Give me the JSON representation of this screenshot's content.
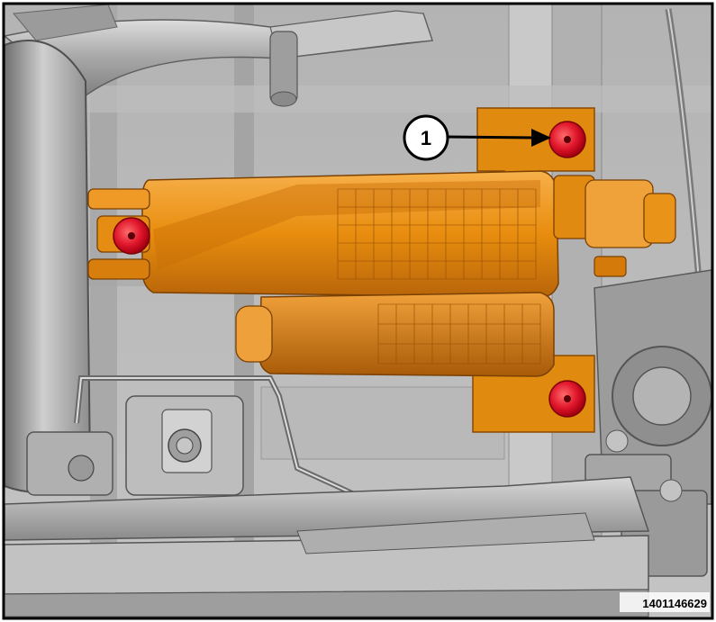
{
  "figure": {
    "callout_label": "1",
    "figure_id": "1401146629"
  },
  "colors": {
    "canister": "#e8900c",
    "canister_dark": "#b8650a",
    "canister_light": "#f5a93a",
    "bolt": "#e0162c",
    "background": "#b6b6b6",
    "frame_border": "#000000"
  },
  "icons": {
    "callout": "numbered-callout-circle",
    "bolt": "highlighted-bolt-marker"
  }
}
